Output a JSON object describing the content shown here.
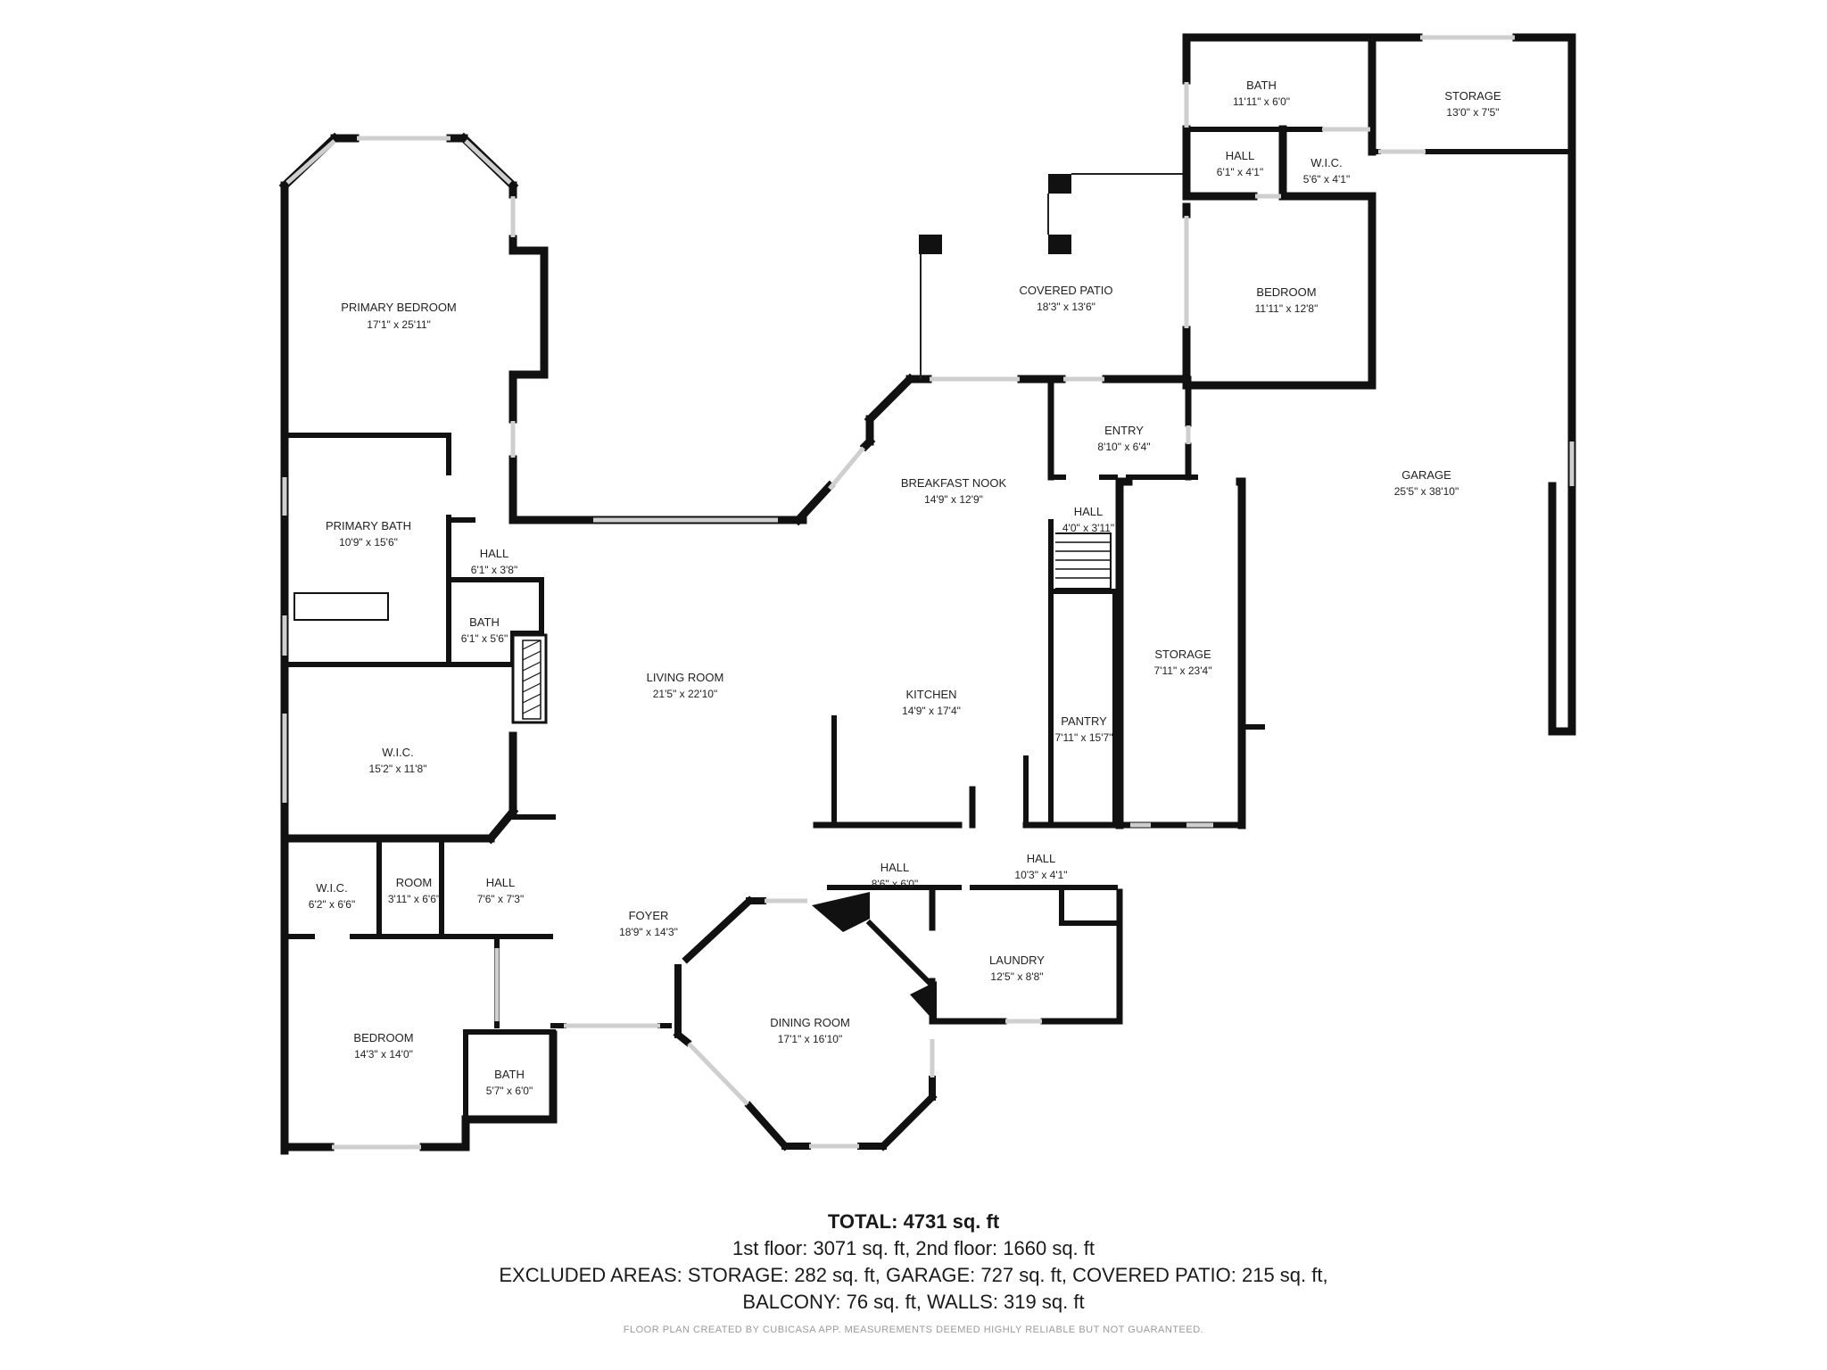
{
  "rooms": [
    {
      "id": "primary-bedroom",
      "name": "PRIMARY BEDROOM",
      "dims": "17'1\" x 25'11\""
    },
    {
      "id": "primary-bath",
      "name": "PRIMARY BATH",
      "dims": "10'9\" x 15'6\""
    },
    {
      "id": "hall-a",
      "name": "HALL",
      "dims": "6'1\" x 3'8\""
    },
    {
      "id": "bath-a",
      "name": "BATH",
      "dims": "6'1\" x 5'6\""
    },
    {
      "id": "wic-a",
      "name": "W.I.C.",
      "dims": "15'2\" x 11'8\""
    },
    {
      "id": "wic-b",
      "name": "W.I.C.",
      "dims": "6'2\" x 6'6\""
    },
    {
      "id": "room",
      "name": "ROOM",
      "dims": "3'11\" x 6'6\""
    },
    {
      "id": "hall-b",
      "name": "HALL",
      "dims": "7'6\" x 7'3\""
    },
    {
      "id": "bedroom-a",
      "name": "BEDROOM",
      "dims": "14'3\" x 14'0\""
    },
    {
      "id": "bath-b",
      "name": "BATH",
      "dims": "5'7\" x 6'0\""
    },
    {
      "id": "living-room",
      "name": "LIVING ROOM",
      "dims": "21'5\" x 22'10\""
    },
    {
      "id": "foyer",
      "name": "FOYER",
      "dims": "18'9\" x 14'3\""
    },
    {
      "id": "dining-room",
      "name": "DINING ROOM",
      "dims": "17'1\" x 16'10\""
    },
    {
      "id": "breakfast-nook",
      "name": "BREAKFAST NOOK",
      "dims": "14'9\" x 12'9\""
    },
    {
      "id": "kitchen",
      "name": "KITCHEN",
      "dims": "14'9\" x 17'4\""
    },
    {
      "id": "hall-c",
      "name": "HALL",
      "dims": "8'6\" x 6'0\""
    },
    {
      "id": "hall-d",
      "name": "HALL",
      "dims": "10'3\" x 4'1\""
    },
    {
      "id": "laundry",
      "name": "LAUNDRY",
      "dims": "12'5\" x 8'8\""
    },
    {
      "id": "covered-patio",
      "name": "COVERED PATIO",
      "dims": "18'3\" x 13'6\""
    },
    {
      "id": "entry",
      "name": "ENTRY",
      "dims": "8'10\" x 6'4\""
    },
    {
      "id": "hall-e",
      "name": "HALL",
      "dims": "4'0\" x 3'11\""
    },
    {
      "id": "pantry",
      "name": "PANTRY",
      "dims": "7'11\" x 15'7\""
    },
    {
      "id": "storage-a",
      "name": "STORAGE",
      "dims": "7'11\" x 23'4\""
    },
    {
      "id": "bath-c",
      "name": "BATH",
      "dims": "11'11\" x 6'0\""
    },
    {
      "id": "storage-b",
      "name": "STORAGE",
      "dims": "13'0\" x 7'5\""
    },
    {
      "id": "hall-f",
      "name": "HALL",
      "dims": "6'1\" x 4'1\""
    },
    {
      "id": "wic-c",
      "name": "W.I.C.",
      "dims": "5'6\" x 4'1\""
    },
    {
      "id": "bedroom-b",
      "name": "BEDROOM",
      "dims": "11'11\" x 12'8\""
    },
    {
      "id": "garage",
      "name": "GARAGE",
      "dims": "25'5\" x 38'10\""
    }
  ],
  "summary": {
    "total_label": "TOTAL:",
    "total_value": "4731 sq. ft",
    "floors": "1st floor: 3071 sq. ft, 2nd floor: 1660 sq. ft",
    "excluded_1": "EXCLUDED AREAS: STORAGE: 282 sq. ft, GARAGE: 727 sq. ft, COVERED PATIO: 215 sq. ft,",
    "excluded_2": "BALCONY: 76 sq. ft, WALLS: 319 sq. ft",
    "disclaimer": "FLOOR PLAN CREATED BY CUBICASA APP. MEASUREMENTS DEEMED HIGHLY RELIABLE BUT NOT GUARANTEED."
  }
}
